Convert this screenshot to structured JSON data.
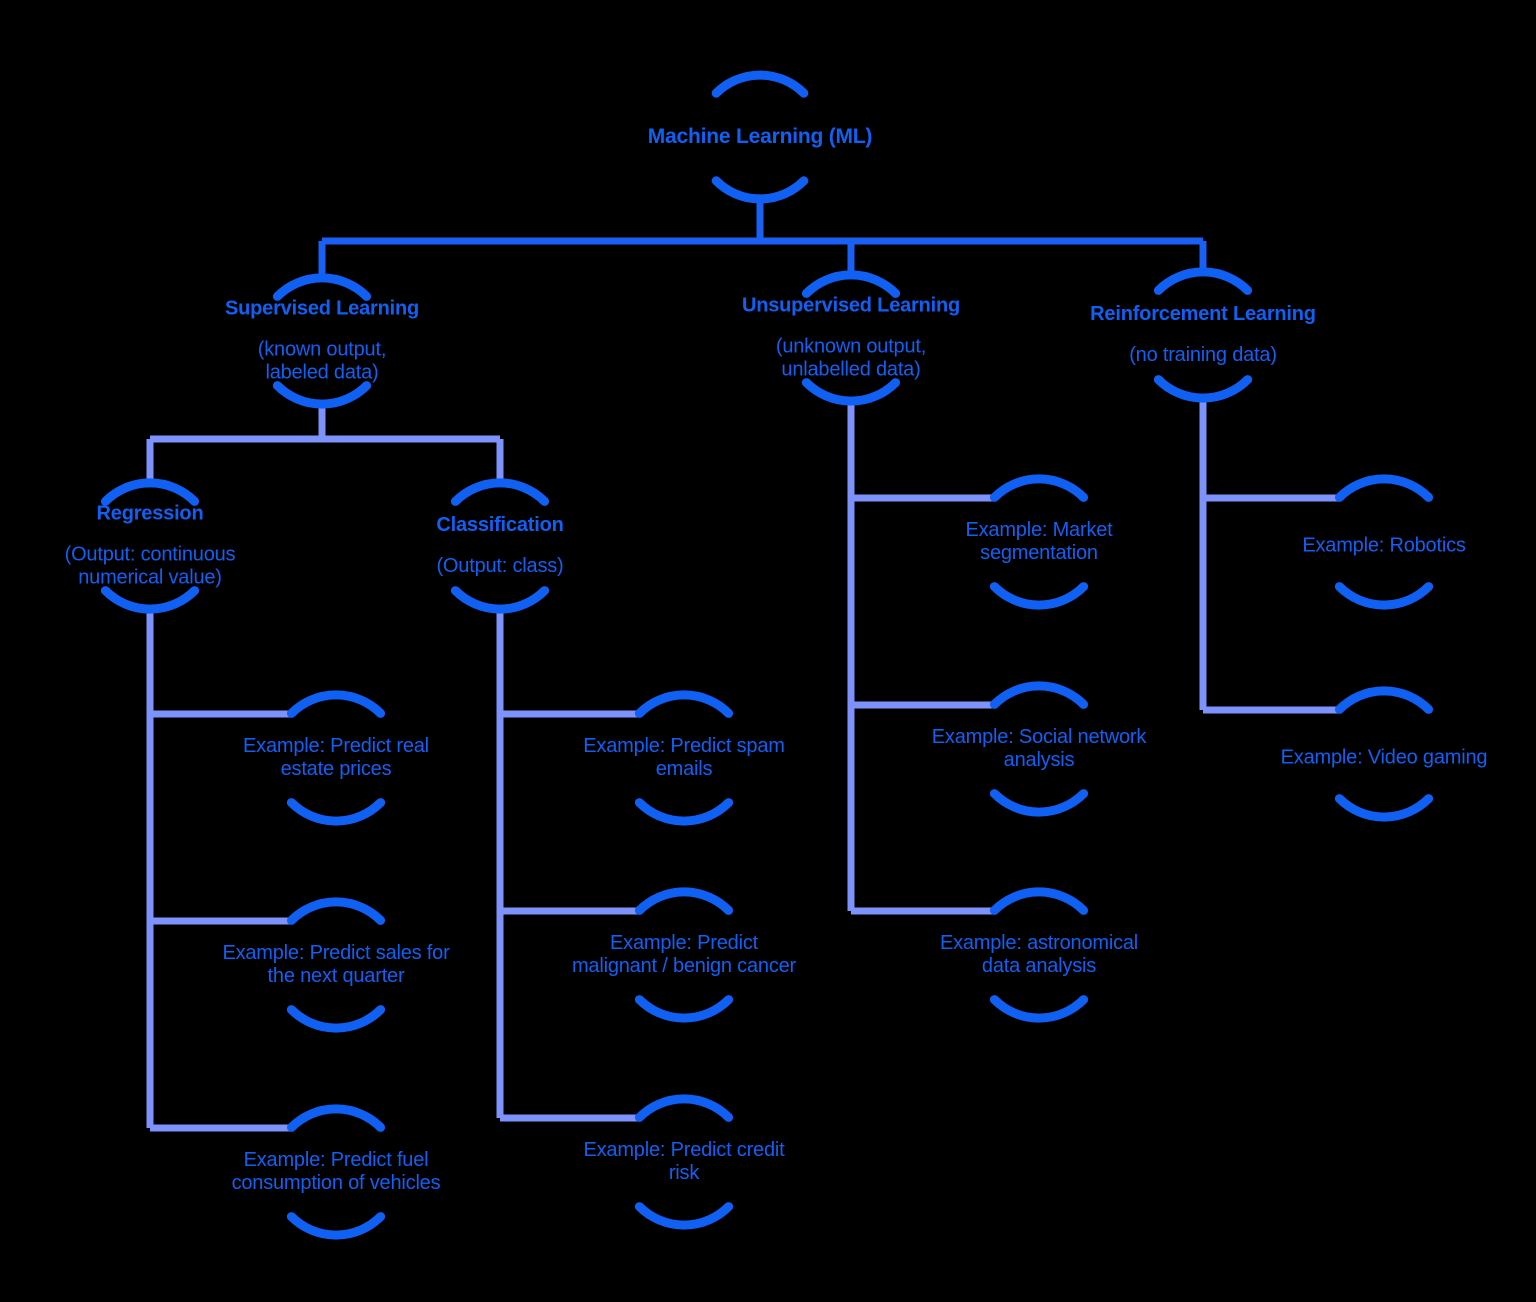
{
  "diagram": {
    "title": "Machine Learning (ML) taxonomy tree",
    "colors": {
      "background": "#000000",
      "ring": "#1160f4",
      "text": "#1160f4",
      "connector_primary": "#1a60f5",
      "connector_secondary": "#7d93fb"
    }
  },
  "nodes": {
    "root": {
      "label": "Machine Learning (ML)"
    },
    "supervised": {
      "head": "Supervised Learning",
      "sub": "(known output,\nlabeled data)"
    },
    "unsupervised": {
      "head": "Unsupervised Learning",
      "sub": "(unknown output,\nunlabelled data)"
    },
    "reinforcement": {
      "head": "Reinforcement Learning",
      "sub": "(no training data)"
    },
    "regression": {
      "head": "Regression",
      "sub": "(Output: continuous\nnumerical value)"
    },
    "classification": {
      "head": "Classification",
      "sub": "(Output: class)"
    },
    "regression_ex1": {
      "label": "Example: Predict real\nestate prices"
    },
    "regression_ex2": {
      "label": "Example: Predict sales for\nthe next quarter"
    },
    "regression_ex3": {
      "label": "Example: Predict fuel\nconsumption of vehicles"
    },
    "classification_ex1": {
      "label": "Example: Predict spam\nemails"
    },
    "classification_ex2": {
      "label": "Example: Predict\nmalignant / benign cancer"
    },
    "classification_ex3": {
      "label": "Example: Predict credit\nrisk"
    },
    "unsupervised_ex1": {
      "label": "Example: Market\nsegmentation"
    },
    "unsupervised_ex2": {
      "label": "Example: Social network\nanalysis"
    },
    "unsupervised_ex3": {
      "label": "Example: astronomical\ndata analysis"
    },
    "reinforcement_ex1": {
      "label": "Example: Robotics"
    },
    "reinforcement_ex2": {
      "label": "Example: Video gaming"
    }
  }
}
